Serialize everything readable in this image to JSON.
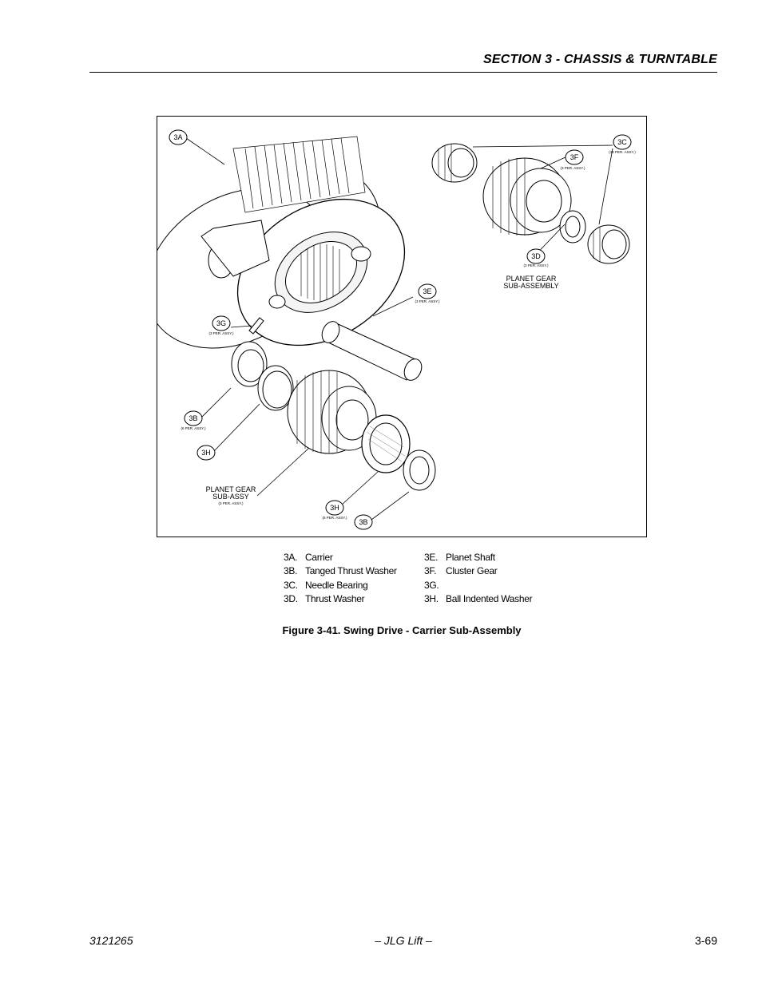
{
  "header": {
    "section_title": "SECTION 3 - CHASSIS & TURNTABLE"
  },
  "figure": {
    "callouts": {
      "c3A": "3A",
      "c3C": "3C",
      "c3F": "3F",
      "c3D": "3D",
      "c3E": "3E",
      "c3G": "3G",
      "c3B_left": "3B",
      "c3H_left": "3H",
      "c3H_bottom": "3H",
      "c3B_bottom": "3B"
    },
    "qty_notes": {
      "c3C": "(34 PER. ASSY.)",
      "c3F": "(3 PER. ASSY.)",
      "c3D": "(3 PER. ASSY.)",
      "c3E": "(3 PER. ASSY.)",
      "c3G": "(3 PER. ASSY.)",
      "c3B_left": "(6 PER. ASSY.)",
      "c3H_bottom": "(6 PER. ASSY.)"
    },
    "labels": {
      "planet_sub_assembly_line1": "PLANET GEAR",
      "planet_sub_assembly_line2": "SUB-ASSEMBLY",
      "planet_sub_assy_line1": "PLANET GEAR",
      "planet_sub_assy_line2": "SUB-ASSY",
      "planet_sub_assy_qty": "(3 PER. ASSY.)"
    }
  },
  "legend": {
    "left": [
      {
        "code": "3A.",
        "name": "Carrier"
      },
      {
        "code": "3B.",
        "name": "Tanged Thrust Washer"
      },
      {
        "code": "3C.",
        "name": "Needle Bearing"
      },
      {
        "code": "3D.",
        "name": "Thrust Washer"
      }
    ],
    "right": [
      {
        "code": "3E.",
        "name": "Planet Shaft"
      },
      {
        "code": "3F.",
        "name": "Cluster Gear"
      },
      {
        "code": "3G.",
        "name": ""
      },
      {
        "code": "3H.",
        "name": "Ball Indented Washer"
      }
    ]
  },
  "caption": "Figure 3-41.  Swing Drive - Carrier Sub-Assembly",
  "footer": {
    "doc_number": "3121265",
    "publisher": "– JLG Lift –",
    "page_number": "3-69"
  }
}
